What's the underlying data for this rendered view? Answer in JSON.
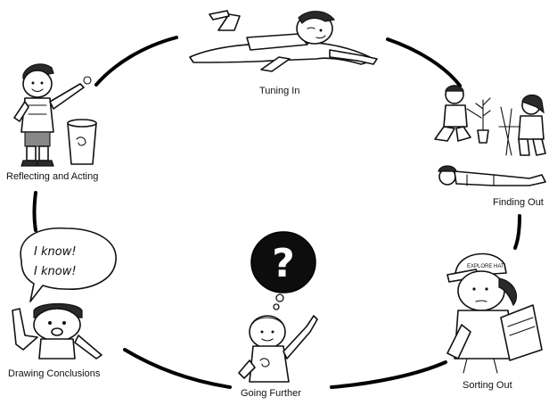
{
  "diagram": {
    "stages": [
      {
        "id": "tuning-in",
        "label": "Tuning In"
      },
      {
        "id": "finding-out",
        "label": "Finding Out"
      },
      {
        "id": "sorting-out",
        "label": "Sorting Out"
      },
      {
        "id": "going-further",
        "label": "Going Further"
      },
      {
        "id": "drawing-conclusions",
        "label": "Drawing Conclusions"
      },
      {
        "id": "reflecting-and-acting",
        "label": "Reflecting and Acting"
      }
    ],
    "speech_bubble": {
      "line1": "I know!",
      "line2": "I know!"
    },
    "question_mark": "?",
    "cap_text": "EXPLORE HAT"
  }
}
